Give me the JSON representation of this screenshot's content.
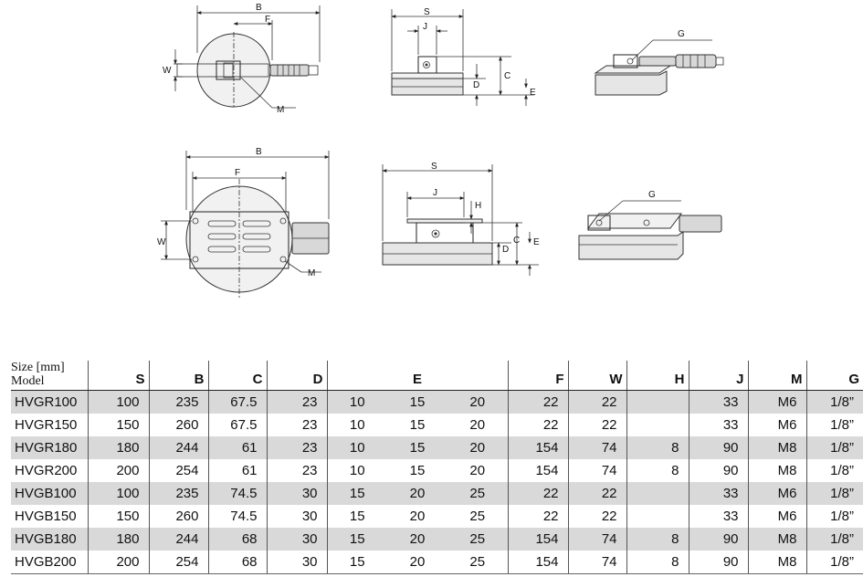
{
  "drawing_labels": {
    "top_left": {
      "B": "B",
      "F": "F",
      "W": "W",
      "M": "M"
    },
    "top_middle": {
      "S": "S",
      "J": "J",
      "C": "C",
      "D": "D",
      "E": "E"
    },
    "top_right": {
      "G": "G"
    },
    "bottom_left": {
      "B": "B",
      "F": "F",
      "W": "W",
      "M": "M"
    },
    "bottom_middle": {
      "S": "S",
      "J": "J",
      "H": "H",
      "C": "C",
      "D": "D",
      "E": "E"
    },
    "bottom_right": {
      "G": "G"
    }
  },
  "table": {
    "header_size_line1": "Size [mm]",
    "header_size_line2": "Model",
    "columns": [
      "S",
      "B",
      "C",
      "D",
      "E",
      "F",
      "W",
      "H",
      "J",
      "M",
      "G"
    ],
    "rows": [
      {
        "model": "HVGR100",
        "S": "100",
        "B": "235",
        "C": "67.5",
        "D": "23",
        "E": [
          "10",
          "15",
          "20"
        ],
        "F": "22",
        "W": "22",
        "H": "",
        "J": "33",
        "M": "M6",
        "G": "1/8”"
      },
      {
        "model": "HVGR150",
        "S": "150",
        "B": "260",
        "C": "67.5",
        "D": "23",
        "E": [
          "10",
          "15",
          "20"
        ],
        "F": "22",
        "W": "22",
        "H": "",
        "J": "33",
        "M": "M6",
        "G": "1/8”"
      },
      {
        "model": "HVGR180",
        "S": "180",
        "B": "244",
        "C": "61",
        "D": "23",
        "E": [
          "10",
          "15",
          "20"
        ],
        "F": "154",
        "W": "74",
        "H": "8",
        "J": "90",
        "M": "M8",
        "G": "1/8”"
      },
      {
        "model": "HVGR200",
        "S": "200",
        "B": "254",
        "C": "61",
        "D": "23",
        "E": [
          "10",
          "15",
          "20"
        ],
        "F": "154",
        "W": "74",
        "H": "8",
        "J": "90",
        "M": "M8",
        "G": "1/8”"
      },
      {
        "model": "HVGB100",
        "S": "100",
        "B": "235",
        "C": "74.5",
        "D": "30",
        "E": [
          "15",
          "20",
          "25"
        ],
        "F": "22",
        "W": "22",
        "H": "",
        "J": "33",
        "M": "M6",
        "G": "1/8”"
      },
      {
        "model": "HVGB150",
        "S": "150",
        "B": "260",
        "C": "74.5",
        "D": "30",
        "E": [
          "15",
          "20",
          "25"
        ],
        "F": "22",
        "W": "22",
        "H": "",
        "J": "33",
        "M": "M6",
        "G": "1/8”"
      },
      {
        "model": "HVGB180",
        "S": "180",
        "B": "244",
        "C": "68",
        "D": "30",
        "E": [
          "15",
          "20",
          "25"
        ],
        "F": "154",
        "W": "74",
        "H": "8",
        "J": "90",
        "M": "M8",
        "G": "1/8”"
      },
      {
        "model": "HVGB200",
        "S": "200",
        "B": "254",
        "C": "68",
        "D": "30",
        "E": [
          "15",
          "20",
          "25"
        ],
        "F": "154",
        "W": "74",
        "H": "8",
        "J": "90",
        "M": "M8",
        "G": "1/8”"
      }
    ]
  }
}
